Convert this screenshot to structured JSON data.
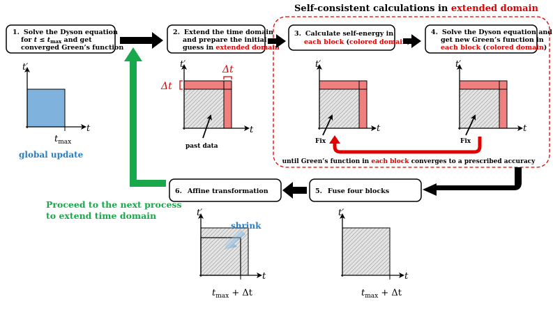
{
  "header": {
    "prefix": "Self-consistent calculations in ",
    "highlight": "extended domain"
  },
  "steps": {
    "s1": {
      "num": "1.",
      "line1": "Solve the Dyson equation",
      "line2_pre": "for ",
      "line2_math": "t ≤ t",
      "line2_sub": "max",
      "line2_post": " and get",
      "line3": "converged Green’s function"
    },
    "s2": {
      "num": "2.",
      "line1": "Extend the time domain",
      "line2": "and prepare the initial",
      "line3_pre": "guess in ",
      "line3_red": "extended domain"
    },
    "s3": {
      "num": "3.",
      "line1": "Calculate self-energy in",
      "line2_red1": "each block",
      "line2_mid": " (",
      "line2_red2": "colored domain",
      "line2_end": ")"
    },
    "s4": {
      "num": "4.",
      "line1": "Solve the Dyson equation and",
      "line2": "get new Green’s function in",
      "line3_red1": "each block",
      "line3_mid": " (",
      "line3_red2": "colored domain",
      "line3_end": ")"
    },
    "s5": {
      "num": "5.",
      "label": "Fuse four blocks"
    },
    "s6": {
      "num": "6.",
      "label": "Affine transformation"
    }
  },
  "annotations": {
    "global_update": "global update",
    "past_data": "past data",
    "fix_left": "Fix",
    "fix_right": "Fix",
    "loop_pre": "until Green’s function in ",
    "loop_red": "each block",
    "loop_post": " converges to a prescribed accuracy",
    "shrink": "shrink",
    "proceed_line1": "Proceed to the next process",
    "proceed_line2": "to extend time domain"
  },
  "math": {
    "t": "t",
    "t_prime": "t′",
    "delta_t": "Δt",
    "t_max": "t",
    "max_sub": "max",
    "plus_delta": " + Δt"
  },
  "colors": {
    "red": "#e00000",
    "salmon": "#f08080",
    "blue_fill": "#7fb2dc",
    "blue_text": "#2a7fc4",
    "green": "#1aa84c",
    "black": "#000000"
  }
}
